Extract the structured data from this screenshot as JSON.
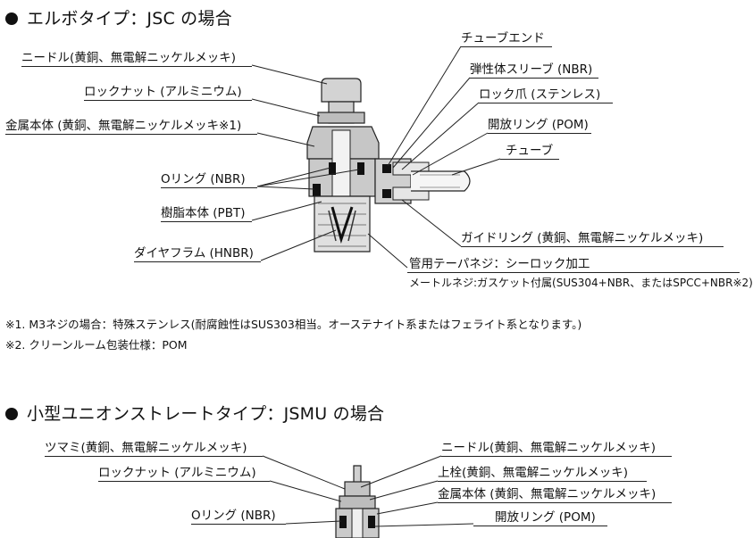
{
  "section1": {
    "title": "エルボタイプ：JSC の場合",
    "labels": {
      "needle": "ニードル(黄銅、無電解ニッケルメッキ)",
      "locknut": "ロックナット (アルミニウム)",
      "body_metal": "金属本体 (黄銅、無電解ニッケルメッキ※1)",
      "oring": "Oリング (NBR)",
      "resin_body": "樹脂本体 (PBT)",
      "diaphragm": "ダイヤフラム (HNBR)",
      "tube_end": "チューブエンド",
      "elastic_sleeve": "弾性体スリーブ (NBR)",
      "lock_claw": "ロック爪 (ステンレス)",
      "release_ring": "開放リング (POM)",
      "tube": "チューブ",
      "guide_ring": "ガイドリング (黄銅、無電解ニッケルメッキ)",
      "pipe_thread": "管用テーパネジ：シーロック加工",
      "metric_thread": "メートルネジ:ガスケット付属(SUS304+NBR、またはSPCC+NBR※2)"
    },
    "notes": [
      "※1. M3ネジの場合：特殊ステンレス(耐腐蝕性はSUS303相当。オーステナイト系またはフェライト系となります。)",
      "※2. クリーンルーム包装仕様：POM"
    ]
  },
  "section2": {
    "title": "小型ユニオンストレートタイプ：JSMU の場合",
    "labels": {
      "knob": "ツマミ(黄銅、無電解ニッケルメッキ)",
      "locknut": "ロックナット (アルミニウム)",
      "oring": "Oリング (NBR)",
      "needle": "ニードル(黄銅、無電解ニッケルメッキ)",
      "upper_plug": "上栓(黄銅、無電解ニッケルメッキ)",
      "body_metal": "金属本体 (黄銅、無電解ニッケルメッキ)",
      "release_ring": "開放リング (POM)"
    }
  }
}
